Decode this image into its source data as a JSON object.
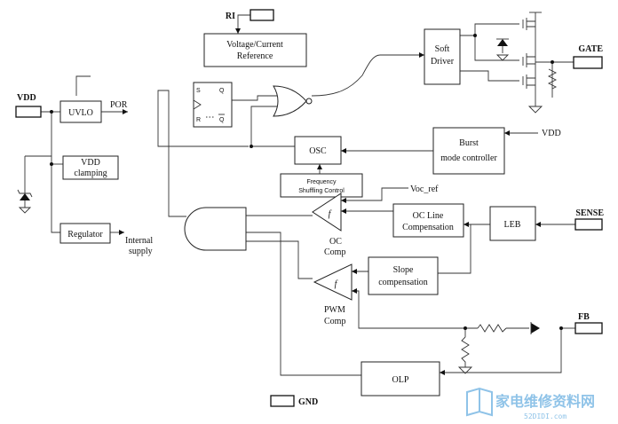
{
  "pins": {
    "ri": "RI",
    "gate": "GATE",
    "vdd": "VDD",
    "vdd_right": "VDD",
    "sense": "SENSE",
    "fb": "FB",
    "gnd": "GND"
  },
  "blocks": {
    "voltage_ref_line1": "Voltage/Current",
    "voltage_ref_line2": "Reference",
    "soft_driver_line1": "Soft",
    "soft_driver_line2": "Driver",
    "uvlo": "UVLO",
    "vdd_clamp_line1": "VDD",
    "vdd_clamp_line2": "clamping",
    "regulator": "Regulator",
    "osc": "OSC",
    "burst_line1": "Burst",
    "burst_line2": "mode controller",
    "freq_line1": "Frequency",
    "freq_line2": "Shuffling Control",
    "oc_line_line1": "OC Line",
    "oc_line_line2": "Compensation",
    "leb": "LEB",
    "slope_line1": "Slope",
    "slope_line2": "compensation",
    "olp": "OLP"
  },
  "labels": {
    "por": "POR",
    "internal": "Internal",
    "supply": "supply",
    "voc_ref": "Voc_ref",
    "oc_comp_1": "OC",
    "oc_comp_2": "Comp",
    "pwm_comp_1": "PWM",
    "pwm_comp_2": "Comp",
    "ff_s": "S",
    "ff_r": "R",
    "ff_q": "Q",
    "ff_qbar": "Q",
    "comp_symbol": "f"
  },
  "watermark": {
    "text": "家电维修资料网",
    "url": "52DIDI.com"
  },
  "colors": {
    "line": "#333333",
    "watermark": "#8fc3e8"
  }
}
